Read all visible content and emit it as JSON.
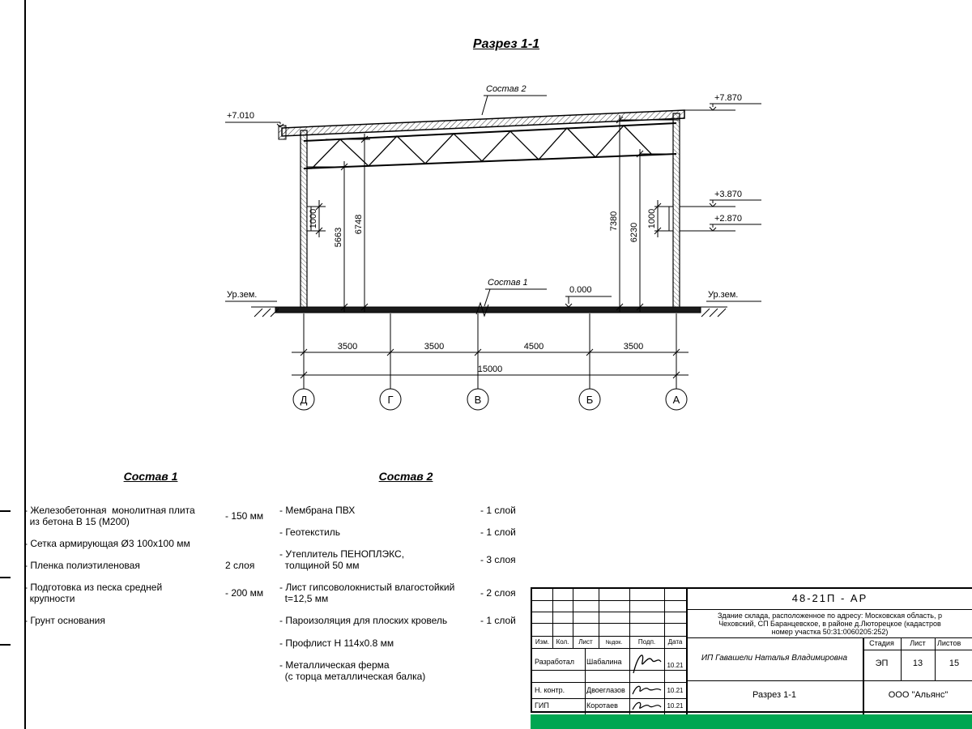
{
  "colors": {
    "line": "#000000",
    "green_bar": "#00A651"
  },
  "title": {
    "text": "Разрез 1-1"
  },
  "drawing": {
    "callout_top": "Состав 2",
    "callout_bottom": "Состав 1",
    "elev_left": "+7.010",
    "elev_right_top": "+7.870",
    "elev_right_1": "+3.870",
    "elev_right_2": "+2.870",
    "elev_zero": "0.000",
    "ground_label_left": "Ур.зем.",
    "ground_label_right": "Ур.зем.",
    "dim_left_1000": "1000",
    "dim_left_5663": "5663",
    "dim_left_6748": "6748",
    "dim_right_7380": "7380",
    "dim_right_6230": "6230",
    "dim_right_1000": "1000",
    "dims_bottom": [
      "3500",
      "3500",
      "4500",
      "3500"
    ],
    "dim_total": "15000",
    "axes": [
      "Д",
      "Г",
      "В",
      "Б",
      "А"
    ]
  },
  "sostav1": {
    "title": "Состав 1",
    "items": [
      {
        "name": "- Железобетонная  монолитная плита\n  из бетона В 15 (М200)",
        "value": "- 150 мм"
      },
      {
        "name": "- Сетка армирующая Ø3 100х100 мм",
        "value": ""
      },
      {
        "name": "- Пленка полиэтиленовая",
        "value": "2 слоя"
      },
      {
        "name": "- Подготовка из песка средней\n  крупности",
        "value": "- 200 мм"
      },
      {
        "name": "- Грунт основания",
        "value": ""
      }
    ]
  },
  "sostav2": {
    "title": "Состав 2",
    "items": [
      {
        "name": "- Мембрана ПВХ",
        "value": "- 1 слой"
      },
      {
        "name": "- Геотекстиль",
        "value": "- 1 слой"
      },
      {
        "name": "- Утеплитель ПЕНОПЛЭКС,\n  толщиной 50 мм",
        "value": "- 3 слоя"
      },
      {
        "name": "- Лист гипсоволокнистый влагостойкий\n  t=12,5 мм",
        "value": "- 2 слоя"
      },
      {
        "name": "- Пароизоляция для плоских кровель",
        "value": "- 1 слой"
      },
      {
        "name": "- Профлист Н 114х0.8 мм",
        "value": ""
      },
      {
        "name": "- Металлическая ферма\n  (с торца металлическая балка)",
        "value": ""
      }
    ]
  },
  "titleblock": {
    "doc_code": "48-21П - АР",
    "address_line1": "Здание склада, расположенное по адресу: Московская область, р",
    "address_line2": "Чеховский, СП Баранцевское, в районе д.Люторецкое  (кадастров",
    "address_line3": "номер участка 50:31:0060205:252)",
    "col_izm": "Изм.",
    "col_kol": "Кол.",
    "col_list": "Лист",
    "col_ndok": "№док.",
    "col_podp": "Подп.",
    "col_data": "Дата",
    "row1_role": "Разработал",
    "row1_name": "Шабалина",
    "row1_date": "10.21",
    "row2_role": "Н. контр.",
    "row2_name": "Двоеглазов",
    "row2_date": "10.21",
    "row3_role": "ГИП",
    "row3_name": "Коротаев",
    "row3_date": "10.21",
    "client": "ИП Гавашели Наталья Владимировна",
    "stage_label": "Стадия",
    "sheet_label": "Лист",
    "sheets_label": "Листов",
    "stage_value": "ЭП",
    "sheet_value": "13",
    "sheets_value": "15",
    "drawing_name": "Разрез 1-1",
    "company": "ООО \"Альянс\""
  }
}
